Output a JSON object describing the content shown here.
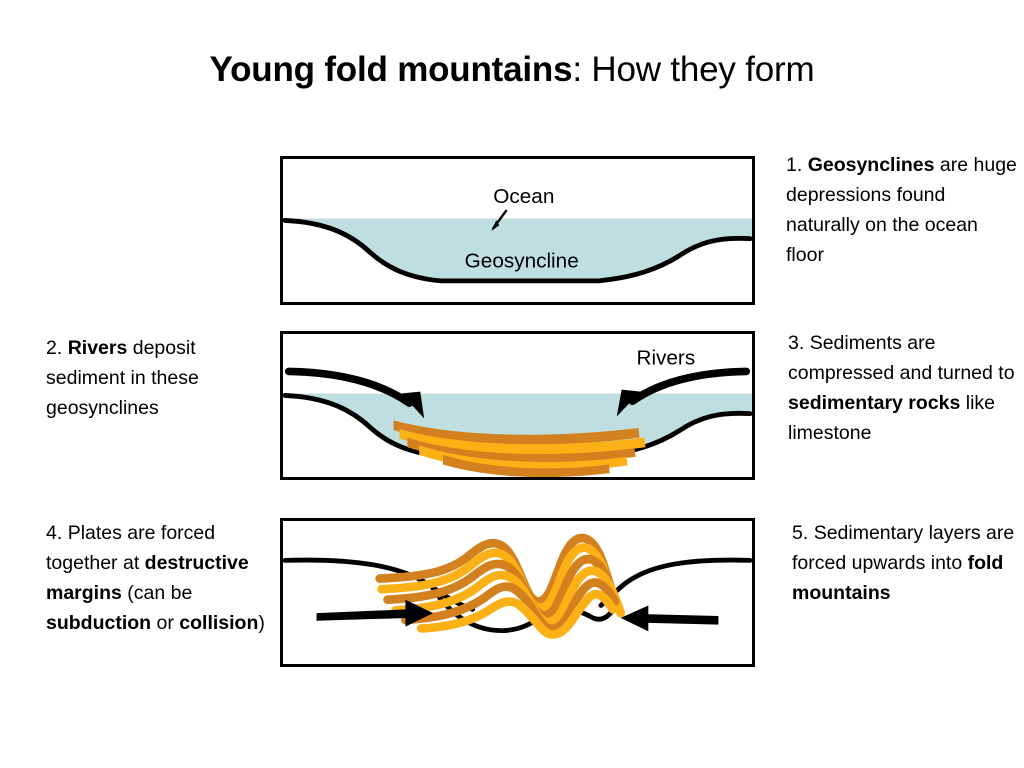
{
  "title": {
    "bold_part": "Young fold mountains",
    "rest_part": ": How they form"
  },
  "panels": [
    {
      "id": "panel-1",
      "name": "geosyncline-diagram",
      "labels": {
        "ocean": "Ocean",
        "geosyncline": "Geosyncline"
      }
    },
    {
      "id": "panel-2",
      "name": "sediment-deposition-diagram",
      "labels": {
        "rivers": "Rivers"
      }
    },
    {
      "id": "panel-3",
      "name": "fold-mountain-diagram",
      "labels": {}
    }
  ],
  "captions": {
    "step1": {
      "number": "1. ",
      "bold1": "Geosynclines",
      "text1": " are huge depressions found naturally on the ocean floor"
    },
    "step2": {
      "number": "2. ",
      "bold1": "Rivers",
      "text1": " deposit sediment in these geosynclines"
    },
    "step3": {
      "number": "3. ",
      "text1": "Sediments are compressed and turned to ",
      "bold1": "sedimentary rocks",
      "text2": " like limestone"
    },
    "step4": {
      "number": "4. ",
      "text1": "Plates are forced together at ",
      "bold1": "destructive margins",
      "text2": " (can be ",
      "bold2": "subduction",
      "text3": " or ",
      "bold3": "collision",
      "text4": ")"
    },
    "step5": {
      "number": "5. ",
      "text1": "Sedimentary layers are forced upwards into ",
      "bold1": "fold mountains"
    }
  },
  "colors": {
    "ocean_water": "#bedee0",
    "sediment_dark": "#d2811e",
    "sediment_light": "#fbb016",
    "crust_line": "#000000",
    "frame": "#000000",
    "background": "#ffffff"
  }
}
